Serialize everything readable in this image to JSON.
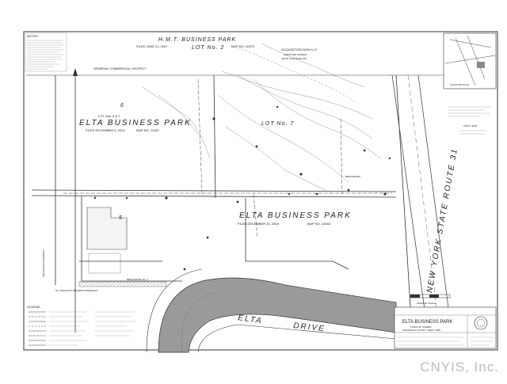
{
  "labels": {
    "hmt_business_park": "H.M.T. BUSINESS PARK",
    "hmt_filed": "FILED JUNE 21, 2007",
    "hmt_lot": "LOT No. 2",
    "hmt_map_no": "MAP NO. 10370",
    "general_commercial": "GENERAL COMMERCIAL DISTRICT",
    "acquisition": "ACQUISITION NOW LLC",
    "acquisition_sub1": "(DEPICTED OWNER)",
    "acquisition_sub2": "BOOK 5103 PAGE 303",
    "lot6_number": "6",
    "lot5_number": "5",
    "lots_6_7": "LOT Nos. 6 & 7",
    "elta_park_1": "ELTA BUSINESS PARK",
    "elta_filed_1": "FILED DECEMBER 6, 2010",
    "elta_map_1": "MAP NO. 11282",
    "lot_no_7": "LOT No. 7",
    "elta_park_2": "ELTA BUSINESS PARK",
    "elta_filed_2": "FILED DECEMBER 20, 2004",
    "elta_map_2": "MAP NO. 10082",
    "route_31": "NEW YORK STATE ROUTE 31",
    "elta_drive_1": "ELTA",
    "elta_drive_2": "DRIVE",
    "benchmark": "BENCHMARK No. 1",
    "benchmark_2": "BENCHMARK",
    "location_plan": "LOCATION PLAN",
    "tract_map": "TRACT MAP",
    "graphic_scale": "GRAPHIC SCALE",
    "legend": "LEGEND",
    "notes": "NOTES:",
    "title_block_1": "ELTA BUSINESS PARK",
    "title_block_2": "TOWN OF CICERO",
    "title_block_3": "ONONDAGA COUNTY, NEW YORK",
    "st_vincent": "ST. VINCENT'S DRIVEWAY/SIDEWALK",
    "drainage": "(DRAINAGE EASEMENT)"
  },
  "watermark": "CNYIS, Inc.",
  "colors": {
    "line": "#333333",
    "hatch": "#555555",
    "gray_fill": "#9a9a9a",
    "watermark": "#bdbdbd"
  }
}
